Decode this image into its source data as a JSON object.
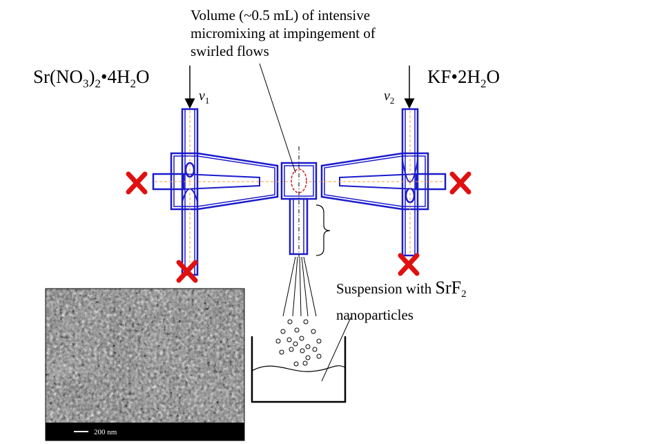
{
  "labels": {
    "volume": [
      "Volume (~0.5 mL) of intensive",
      "micromixing at impingement of",
      "swirled flows"
    ],
    "reagent_left": {
      "base": "Sr(NO",
      "sub1": "3",
      "mid": ")",
      "sub2": "2",
      "tail": "•4H",
      "sub3": "2",
      "end": "O"
    },
    "reagent_right": {
      "base": "KF•2H",
      "sub1": "2",
      "end": "O"
    },
    "flow_left": {
      "v": "v",
      "sub": "1"
    },
    "flow_right": {
      "v": "v",
      "sub": "2"
    },
    "suspension_line1": "Suspension with ",
    "suspension_formula": "SrF",
    "suspension_formula_sub": "2",
    "suspension_line2": "nanoparticles",
    "scale_bar": "200 nm"
  },
  "colors": {
    "device": "#1a1acc",
    "blocked": "#e01010",
    "mixing_zone": "#cc2020",
    "axis": "#ff9933"
  },
  "icons": {
    "blocked_outlet": "cross-icon",
    "micrograph": "sem-image"
  }
}
